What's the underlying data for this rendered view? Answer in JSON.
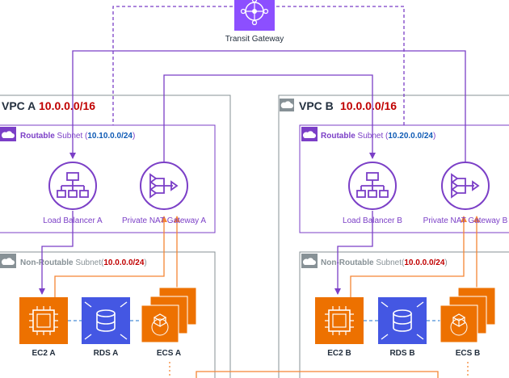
{
  "transit_gateway": {
    "label": "Transit Gateway"
  },
  "vpc_a": {
    "name": "VPC A",
    "cidr": "10.0.0.0/16",
    "routable_subnet": {
      "label_bold": "Routable",
      "label_rest": " Subnet (",
      "cidr": "10.10.0.0/24",
      "close": ")"
    },
    "nonroutable_subnet": {
      "label_bold": "Non-Routable",
      "label_rest": " Subnet(",
      "cidr": "10.0.0.0/24",
      "close": ")"
    },
    "load_balancer": "Load Balancer A",
    "nat_gateway": "Private NAT Gateway A",
    "ec2": "EC2 A",
    "rds": "RDS A",
    "ecs": "ECS A"
  },
  "vpc_b": {
    "name": "VPC B",
    "cidr": "10.0.0.0/16",
    "routable_subnet": {
      "label_bold": "Routable",
      "label_rest": " Subnet (",
      "cidr": "10.20.0.0/24",
      "close": ")"
    },
    "nonroutable_subnet": {
      "label_bold": "Non-Routable",
      "label_rest": " Subnet(",
      "cidr": "10.0.0.0/24",
      "close": ")"
    },
    "load_balancer": "Load Balancer B",
    "nat_gateway": "Private NAT Gateway B",
    "ec2": "EC2 B",
    "rds": "RDS B",
    "ecs": "ECS B"
  },
  "colors": {
    "purple": "#7b3fc7",
    "orange": "#f58534",
    "ec2_orange": "#ed7100",
    "rds_blue": "#4457e3",
    "vpc_border": "#879196",
    "cidr_red": "#c00000",
    "cidr_blue": "#0f5bb5"
  }
}
